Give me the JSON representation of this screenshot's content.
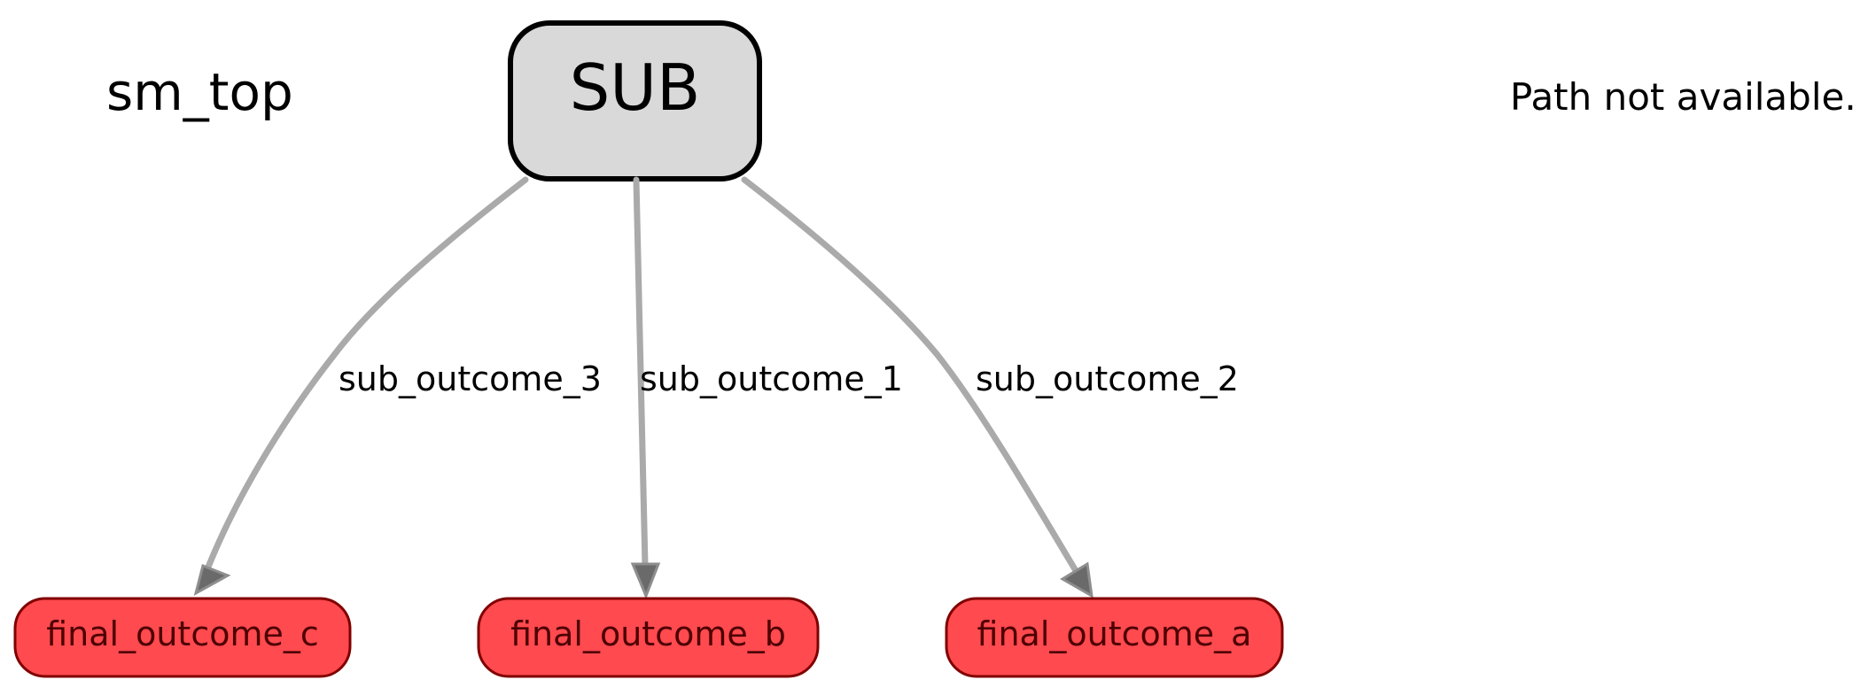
{
  "graph": {
    "title": "sm_top",
    "path_status": "Path not available."
  },
  "state": {
    "label": "SUB",
    "fill": "#d9d9d9",
    "stroke": "#000000"
  },
  "transitions": [
    {
      "id": "sub_outcome_3",
      "label": "sub_outcome_3",
      "target": "final_outcome_c"
    },
    {
      "id": "sub_outcome_1",
      "label": "sub_outcome_1",
      "target": "final_outcome_b"
    },
    {
      "id": "sub_outcome_2",
      "label": "sub_outcome_2",
      "target": "final_outcome_a"
    }
  ],
  "outcomes": [
    {
      "label": "final_outcome_c"
    },
    {
      "label": "final_outcome_b"
    },
    {
      "label": "final_outcome_a"
    }
  ],
  "colors": {
    "outcome_fill": "#ff4a4f",
    "outcome_stroke": "#800000",
    "edge": "#aaaaaa",
    "arrow_fill": "#6a6a6a"
  }
}
